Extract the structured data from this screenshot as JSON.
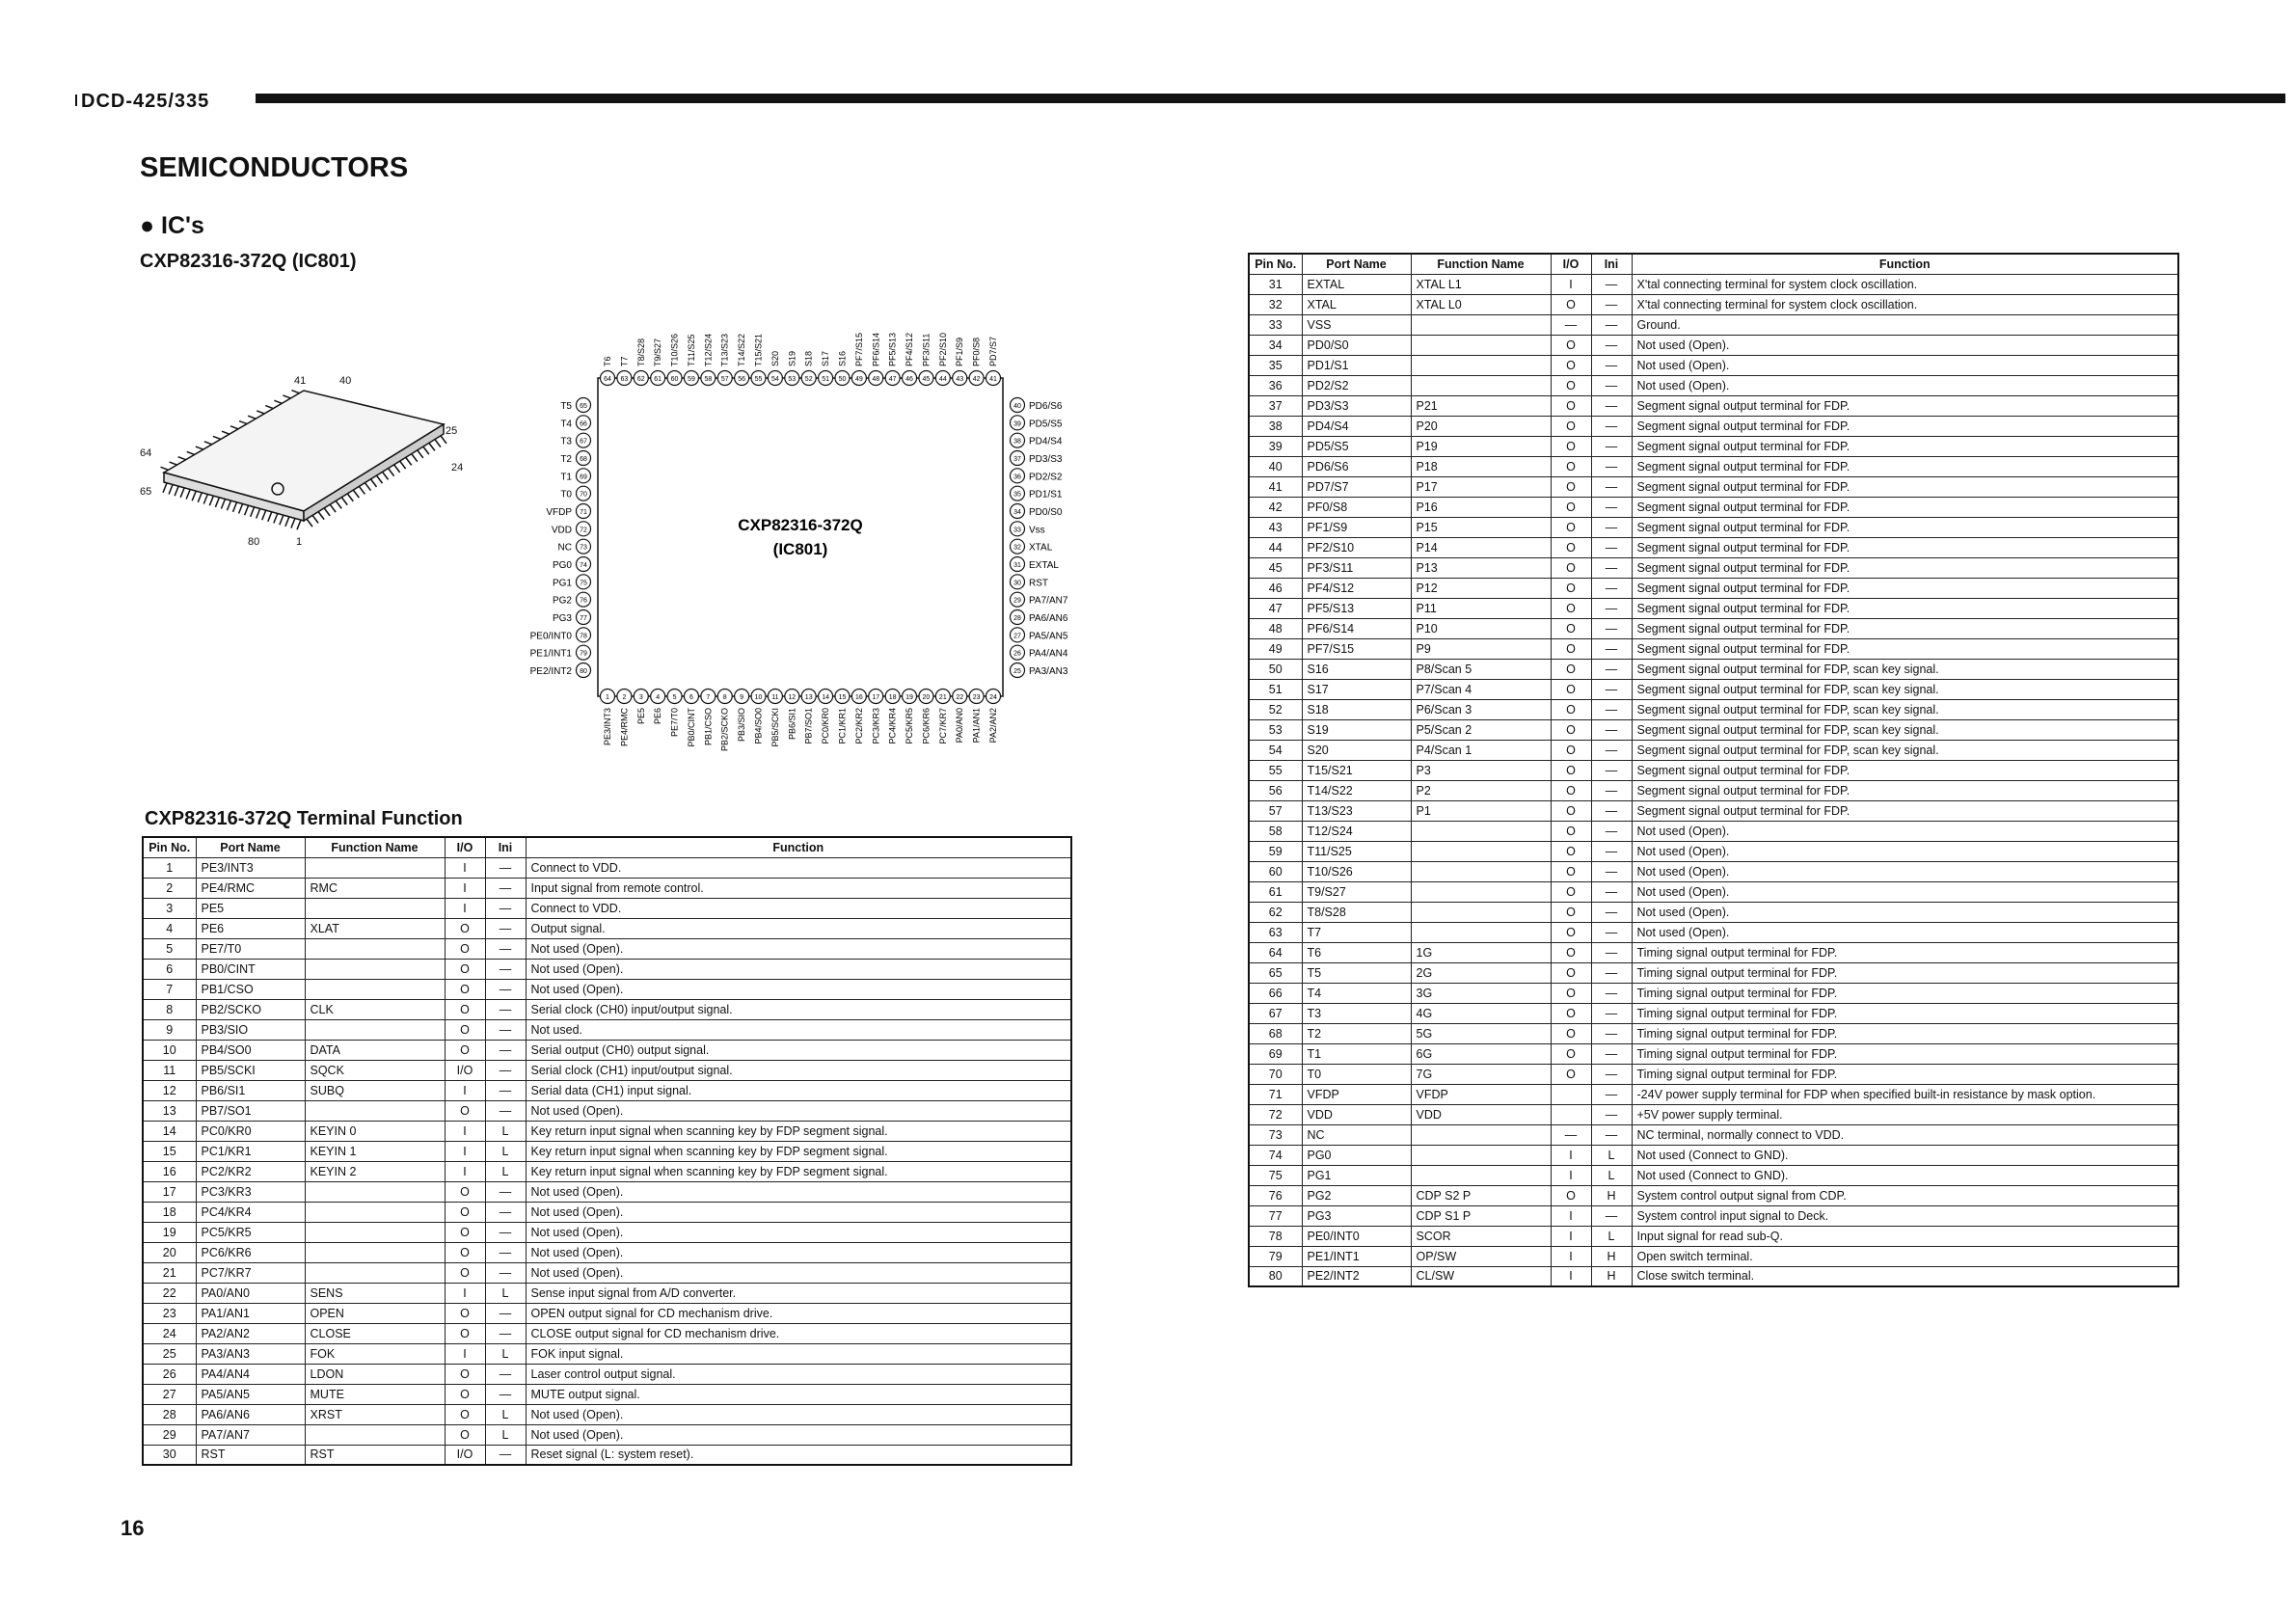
{
  "header": {
    "model": "DCD-425/335"
  },
  "section_title": "SEMICONDUCTORS",
  "subsection_title": "● IC's",
  "part_title": "CXP82316-372Q (IC801)",
  "package_drawing": {
    "labels": [
      "41",
      "40",
      "64",
      "25",
      "24",
      "65",
      "80",
      "1"
    ]
  },
  "pinout": {
    "chip_name": "CXP82316-372Q",
    "chip_ref": "(IC801)",
    "top_names": [
      "T6",
      "T7",
      "T8/S28",
      "T9/S27",
      "T10/S26",
      "T11/S25",
      "T12/S24",
      "T13/S23",
      "T14/S22",
      "T15/S21",
      "S20",
      "S19",
      "S18",
      "S17",
      "S16",
      "PF7/S15",
      "PF6/S14",
      "PF5/S13",
      "PF4/S12",
      "PF3/S11",
      "PF2/S10",
      "PF1/S9",
      "PF0/S8",
      "PD7/S7"
    ],
    "top_nums": [
      "64",
      "63",
      "62",
      "61",
      "60",
      "59",
      "58",
      "57",
      "56",
      "55",
      "54",
      "53",
      "52",
      "51",
      "50",
      "49",
      "48",
      "47",
      "46",
      "45",
      "44",
      "43",
      "42",
      "41"
    ],
    "left_names": [
      "T5",
      "T4",
      "T3",
      "T2",
      "T1",
      "T0",
      "VFDP",
      "VDD",
      "NC",
      "PG0",
      "PG1",
      "PG2",
      "PG3",
      "PE0/INT0",
      "PE1/INT1",
      "PE2/INT2"
    ],
    "left_nums": [
      "65",
      "66",
      "67",
      "68",
      "69",
      "70",
      "71",
      "72",
      "73",
      "74",
      "75",
      "76",
      "77",
      "78",
      "79",
      "80"
    ],
    "right_names": [
      "PD6/S6",
      "PD5/S5",
      "PD4/S4",
      "PD3/S3",
      "PD2/S2",
      "PD1/S1",
      "PD0/S0",
      "Vss",
      "XTAL",
      "EXTAL",
      "RST",
      "PA7/AN7",
      "PA6/AN6",
      "PA5/AN5",
      "PA4/AN4",
      "PA3/AN3"
    ],
    "right_nums": [
      "40",
      "39",
      "38",
      "37",
      "36",
      "35",
      "34",
      "33",
      "32",
      "31",
      "30",
      "29",
      "28",
      "27",
      "26",
      "25"
    ],
    "bottom_names": [
      "PE3/INT3",
      "PE4/RMC",
      "PE5",
      "PE6",
      "PE7/T0",
      "PB0/CINT",
      "PB1/CSO",
      "PB2/SCKO",
      "PB3/SIO",
      "PB4/SO0",
      "PB5/SCKI",
      "PB6/SI1",
      "PB7/SO1",
      "PC0/KR0",
      "PC1/KR1",
      "PC2/KR2",
      "PC3/KR3",
      "PC4/KR4",
      "PC5/KR5",
      "PC6/KR6",
      "PC7/KR7",
      "PA0/AN0",
      "PA1/AN1",
      "PA2/AN2"
    ],
    "bottom_nums": [
      "1",
      "2",
      "3",
      "4",
      "5",
      "6",
      "7",
      "8",
      "9",
      "10",
      "11",
      "12",
      "13",
      "14",
      "15",
      "16",
      "17",
      "18",
      "19",
      "20",
      "21",
      "22",
      "23",
      "24"
    ]
  },
  "terminal_title": "CXP82316-372Q Terminal Function",
  "table_headers": {
    "pin": "Pin No.",
    "port": "Port Name",
    "fn": "Function Name",
    "io": "I/O",
    "ini": "Ini",
    "func": "Function"
  },
  "table_left": [
    [
      "1",
      "PE3/INT3",
      "",
      "I",
      "—",
      "Connect to VDD."
    ],
    [
      "2",
      "PE4/RMC",
      "RMC",
      "I",
      "—",
      "Input signal from remote control."
    ],
    [
      "3",
      "PE5",
      "",
      "I",
      "—",
      "Connect to VDD."
    ],
    [
      "4",
      "PE6",
      "XLAT",
      "O",
      "—",
      "Output signal."
    ],
    [
      "5",
      "PE7/T0",
      "",
      "O",
      "—",
      "Not used (Open)."
    ],
    [
      "6",
      "PB0/CINT",
      "",
      "O",
      "—",
      "Not used (Open)."
    ],
    [
      "7",
      "PB1/CSO",
      "",
      "O",
      "—",
      "Not used (Open)."
    ],
    [
      "8",
      "PB2/SCKO",
      "CLK",
      "O",
      "—",
      "Serial clock (CH0) input/output signal."
    ],
    [
      "9",
      "PB3/SIO",
      "",
      "O",
      "—",
      "Not used."
    ],
    [
      "10",
      "PB4/SO0",
      "DATA",
      "O",
      "—",
      "Serial output (CH0) output signal."
    ],
    [
      "11",
      "PB5/SCKI",
      "SQCK",
      "I/O",
      "—",
      "Serial clock (CH1) input/output signal."
    ],
    [
      "12",
      "PB6/SI1",
      "SUBQ",
      "I",
      "—",
      "Serial data (CH1) input signal."
    ],
    [
      "13",
      "PB7/SO1",
      "",
      "O",
      "—",
      "Not used (Open)."
    ],
    [
      "14",
      "PC0/KR0",
      "KEYIN 0",
      "I",
      "L",
      "Key return input signal when scanning key by FDP segment signal."
    ],
    [
      "15",
      "PC1/KR1",
      "KEYIN 1",
      "I",
      "L",
      "Key return input signal when scanning key by FDP segment signal."
    ],
    [
      "16",
      "PC2/KR2",
      "KEYIN 2",
      "I",
      "L",
      "Key return input signal when scanning key by FDP segment signal."
    ],
    [
      "17",
      "PC3/KR3",
      "",
      "O",
      "—",
      "Not used (Open)."
    ],
    [
      "18",
      "PC4/KR4",
      "",
      "O",
      "—",
      "Not used (Open)."
    ],
    [
      "19",
      "PC5/KR5",
      "",
      "O",
      "—",
      "Not used (Open)."
    ],
    [
      "20",
      "PC6/KR6",
      "",
      "O",
      "—",
      "Not used (Open)."
    ],
    [
      "21",
      "PC7/KR7",
      "",
      "O",
      "—",
      "Not used (Open)."
    ],
    [
      "22",
      "PA0/AN0",
      "SENS",
      "I",
      "L",
      "Sense input signal from A/D converter."
    ],
    [
      "23",
      "PA1/AN1",
      "OPEN",
      "O",
      "—",
      "OPEN output signal for CD mechanism drive."
    ],
    [
      "24",
      "PA2/AN2",
      "CLOSE",
      "O",
      "—",
      "CLOSE output signal for CD mechanism drive."
    ],
    [
      "25",
      "PA3/AN3",
      "FOK",
      "I",
      "L",
      "FOK input signal."
    ],
    [
      "26",
      "PA4/AN4",
      "LDON",
      "O",
      "—",
      "Laser control output signal."
    ],
    [
      "27",
      "PA5/AN5",
      "MUTE",
      "O",
      "—",
      "MUTE output signal."
    ],
    [
      "28",
      "PA6/AN6",
      "XRST",
      "O",
      "L",
      "Not used (Open)."
    ],
    [
      "29",
      "PA7/AN7",
      "",
      "O",
      "L",
      "Not used (Open)."
    ],
    [
      "30",
      "RST",
      "RST",
      "I/O",
      "—",
      "Reset signal (L: system reset)."
    ]
  ],
  "table_right": [
    [
      "31",
      "EXTAL",
      "XTAL L1",
      "I",
      "—",
      "X'tal connecting terminal for system clock oscillation."
    ],
    [
      "32",
      "XTAL",
      "XTAL L0",
      "O",
      "—",
      "X'tal connecting terminal for system clock oscillation."
    ],
    [
      "33",
      "VSS",
      "",
      "—",
      "—",
      "Ground."
    ],
    [
      "34",
      "PD0/S0",
      "",
      "O",
      "—",
      "Not used (Open)."
    ],
    [
      "35",
      "PD1/S1",
      "",
      "O",
      "—",
      "Not used (Open)."
    ],
    [
      "36",
      "PD2/S2",
      "",
      "O",
      "—",
      "Not used (Open)."
    ],
    [
      "37",
      "PD3/S3",
      "P21",
      "O",
      "—",
      "Segment signal output terminal for FDP."
    ],
    [
      "38",
      "PD4/S4",
      "P20",
      "O",
      "—",
      "Segment signal output terminal for FDP."
    ],
    [
      "39",
      "PD5/S5",
      "P19",
      "O",
      "—",
      "Segment signal output terminal for FDP."
    ],
    [
      "40",
      "PD6/S6",
      "P18",
      "O",
      "—",
      "Segment signal output terminal for FDP."
    ],
    [
      "41",
      "PD7/S7",
      "P17",
      "O",
      "—",
      "Segment signal output terminal for FDP."
    ],
    [
      "42",
      "PF0/S8",
      "P16",
      "O",
      "—",
      "Segment signal output terminal for FDP."
    ],
    [
      "43",
      "PF1/S9",
      "P15",
      "O",
      "—",
      "Segment signal output terminal for FDP."
    ],
    [
      "44",
      "PF2/S10",
      "P14",
      "O",
      "—",
      "Segment signal output terminal for FDP."
    ],
    [
      "45",
      "PF3/S11",
      "P13",
      "O",
      "—",
      "Segment signal output terminal for FDP."
    ],
    [
      "46",
      "PF4/S12",
      "P12",
      "O",
      "—",
      "Segment signal output terminal for FDP."
    ],
    [
      "47",
      "PF5/S13",
      "P11",
      "O",
      "—",
      "Segment signal output terminal for FDP."
    ],
    [
      "48",
      "PF6/S14",
      "P10",
      "O",
      "—",
      "Segment signal output terminal for FDP."
    ],
    [
      "49",
      "PF7/S15",
      "P9",
      "O",
      "—",
      "Segment signal output terminal for FDP."
    ],
    [
      "50",
      "S16",
      "P8/Scan 5",
      "O",
      "—",
      "Segment signal output terminal for FDP, scan key signal."
    ],
    [
      "51",
      "S17",
      "P7/Scan 4",
      "O",
      "—",
      "Segment signal output terminal for FDP, scan key signal."
    ],
    [
      "52",
      "S18",
      "P6/Scan 3",
      "O",
      "—",
      "Segment signal output terminal for FDP, scan key signal."
    ],
    [
      "53",
      "S19",
      "P5/Scan 2",
      "O",
      "—",
      "Segment signal output terminal for FDP, scan key signal."
    ],
    [
      "54",
      "S20",
      "P4/Scan 1",
      "O",
      "—",
      "Segment signal output terminal for FDP, scan key signal."
    ],
    [
      "55",
      "T15/S21",
      "P3",
      "O",
      "—",
      "Segment signal output terminal for FDP."
    ],
    [
      "56",
      "T14/S22",
      "P2",
      "O",
      "—",
      "Segment signal output terminal for FDP."
    ],
    [
      "57",
      "T13/S23",
      "P1",
      "O",
      "—",
      "Segment signal output terminal for FDP."
    ],
    [
      "58",
      "T12/S24",
      "",
      "O",
      "—",
      "Not used (Open)."
    ],
    [
      "59",
      "T11/S25",
      "",
      "O",
      "—",
      "Not used (Open)."
    ],
    [
      "60",
      "T10/S26",
      "",
      "O",
      "—",
      "Not used (Open)."
    ],
    [
      "61",
      "T9/S27",
      "",
      "O",
      "—",
      "Not used (Open)."
    ],
    [
      "62",
      "T8/S28",
      "",
      "O",
      "—",
      "Not used (Open)."
    ],
    [
      "63",
      "T7",
      "",
      "O",
      "—",
      "Not used (Open)."
    ],
    [
      "64",
      "T6",
      "1G",
      "O",
      "—",
      "Timing signal output terminal for FDP."
    ],
    [
      "65",
      "T5",
      "2G",
      "O",
      "—",
      "Timing signal output terminal for FDP."
    ],
    [
      "66",
      "T4",
      "3G",
      "O",
      "—",
      "Timing signal output terminal for FDP."
    ],
    [
      "67",
      "T3",
      "4G",
      "O",
      "—",
      "Timing signal output terminal for FDP."
    ],
    [
      "68",
      "T2",
      "5G",
      "O",
      "—",
      "Timing signal output terminal for FDP."
    ],
    [
      "69",
      "T1",
      "6G",
      "O",
      "—",
      "Timing signal output terminal for FDP."
    ],
    [
      "70",
      "T0",
      "7G",
      "O",
      "—",
      "Timing signal output terminal for FDP."
    ],
    [
      "71",
      "VFDP",
      "VFDP",
      "",
      "—",
      "-24V power supply terminal for FDP when specified built-in resistance by mask option."
    ],
    [
      "72",
      "VDD",
      "VDD",
      "",
      "—",
      "+5V power supply terminal."
    ],
    [
      "73",
      "NC",
      "",
      "—",
      "—",
      "NC terminal, normally connect to VDD."
    ],
    [
      "74",
      "PG0",
      "",
      "I",
      "L",
      "Not used (Connect to GND)."
    ],
    [
      "75",
      "PG1",
      "",
      "I",
      "L",
      "Not used (Connect to GND)."
    ],
    [
      "76",
      "PG2",
      "CDP S2 P",
      "O",
      "H",
      "System control output signal from CDP."
    ],
    [
      "77",
      "PG3",
      "CDP S1 P",
      "I",
      "—",
      "System control input signal to Deck."
    ],
    [
      "78",
      "PE0/INT0",
      "SCOR",
      "I",
      "L",
      "Input signal for read sub-Q."
    ],
    [
      "79",
      "PE1/INT1",
      "OP/SW",
      "I",
      "H",
      "Open switch terminal."
    ],
    [
      "80",
      "PE2/INT2",
      "CL/SW",
      "I",
      "H",
      "Close switch terminal."
    ]
  ],
  "page_number": "16"
}
